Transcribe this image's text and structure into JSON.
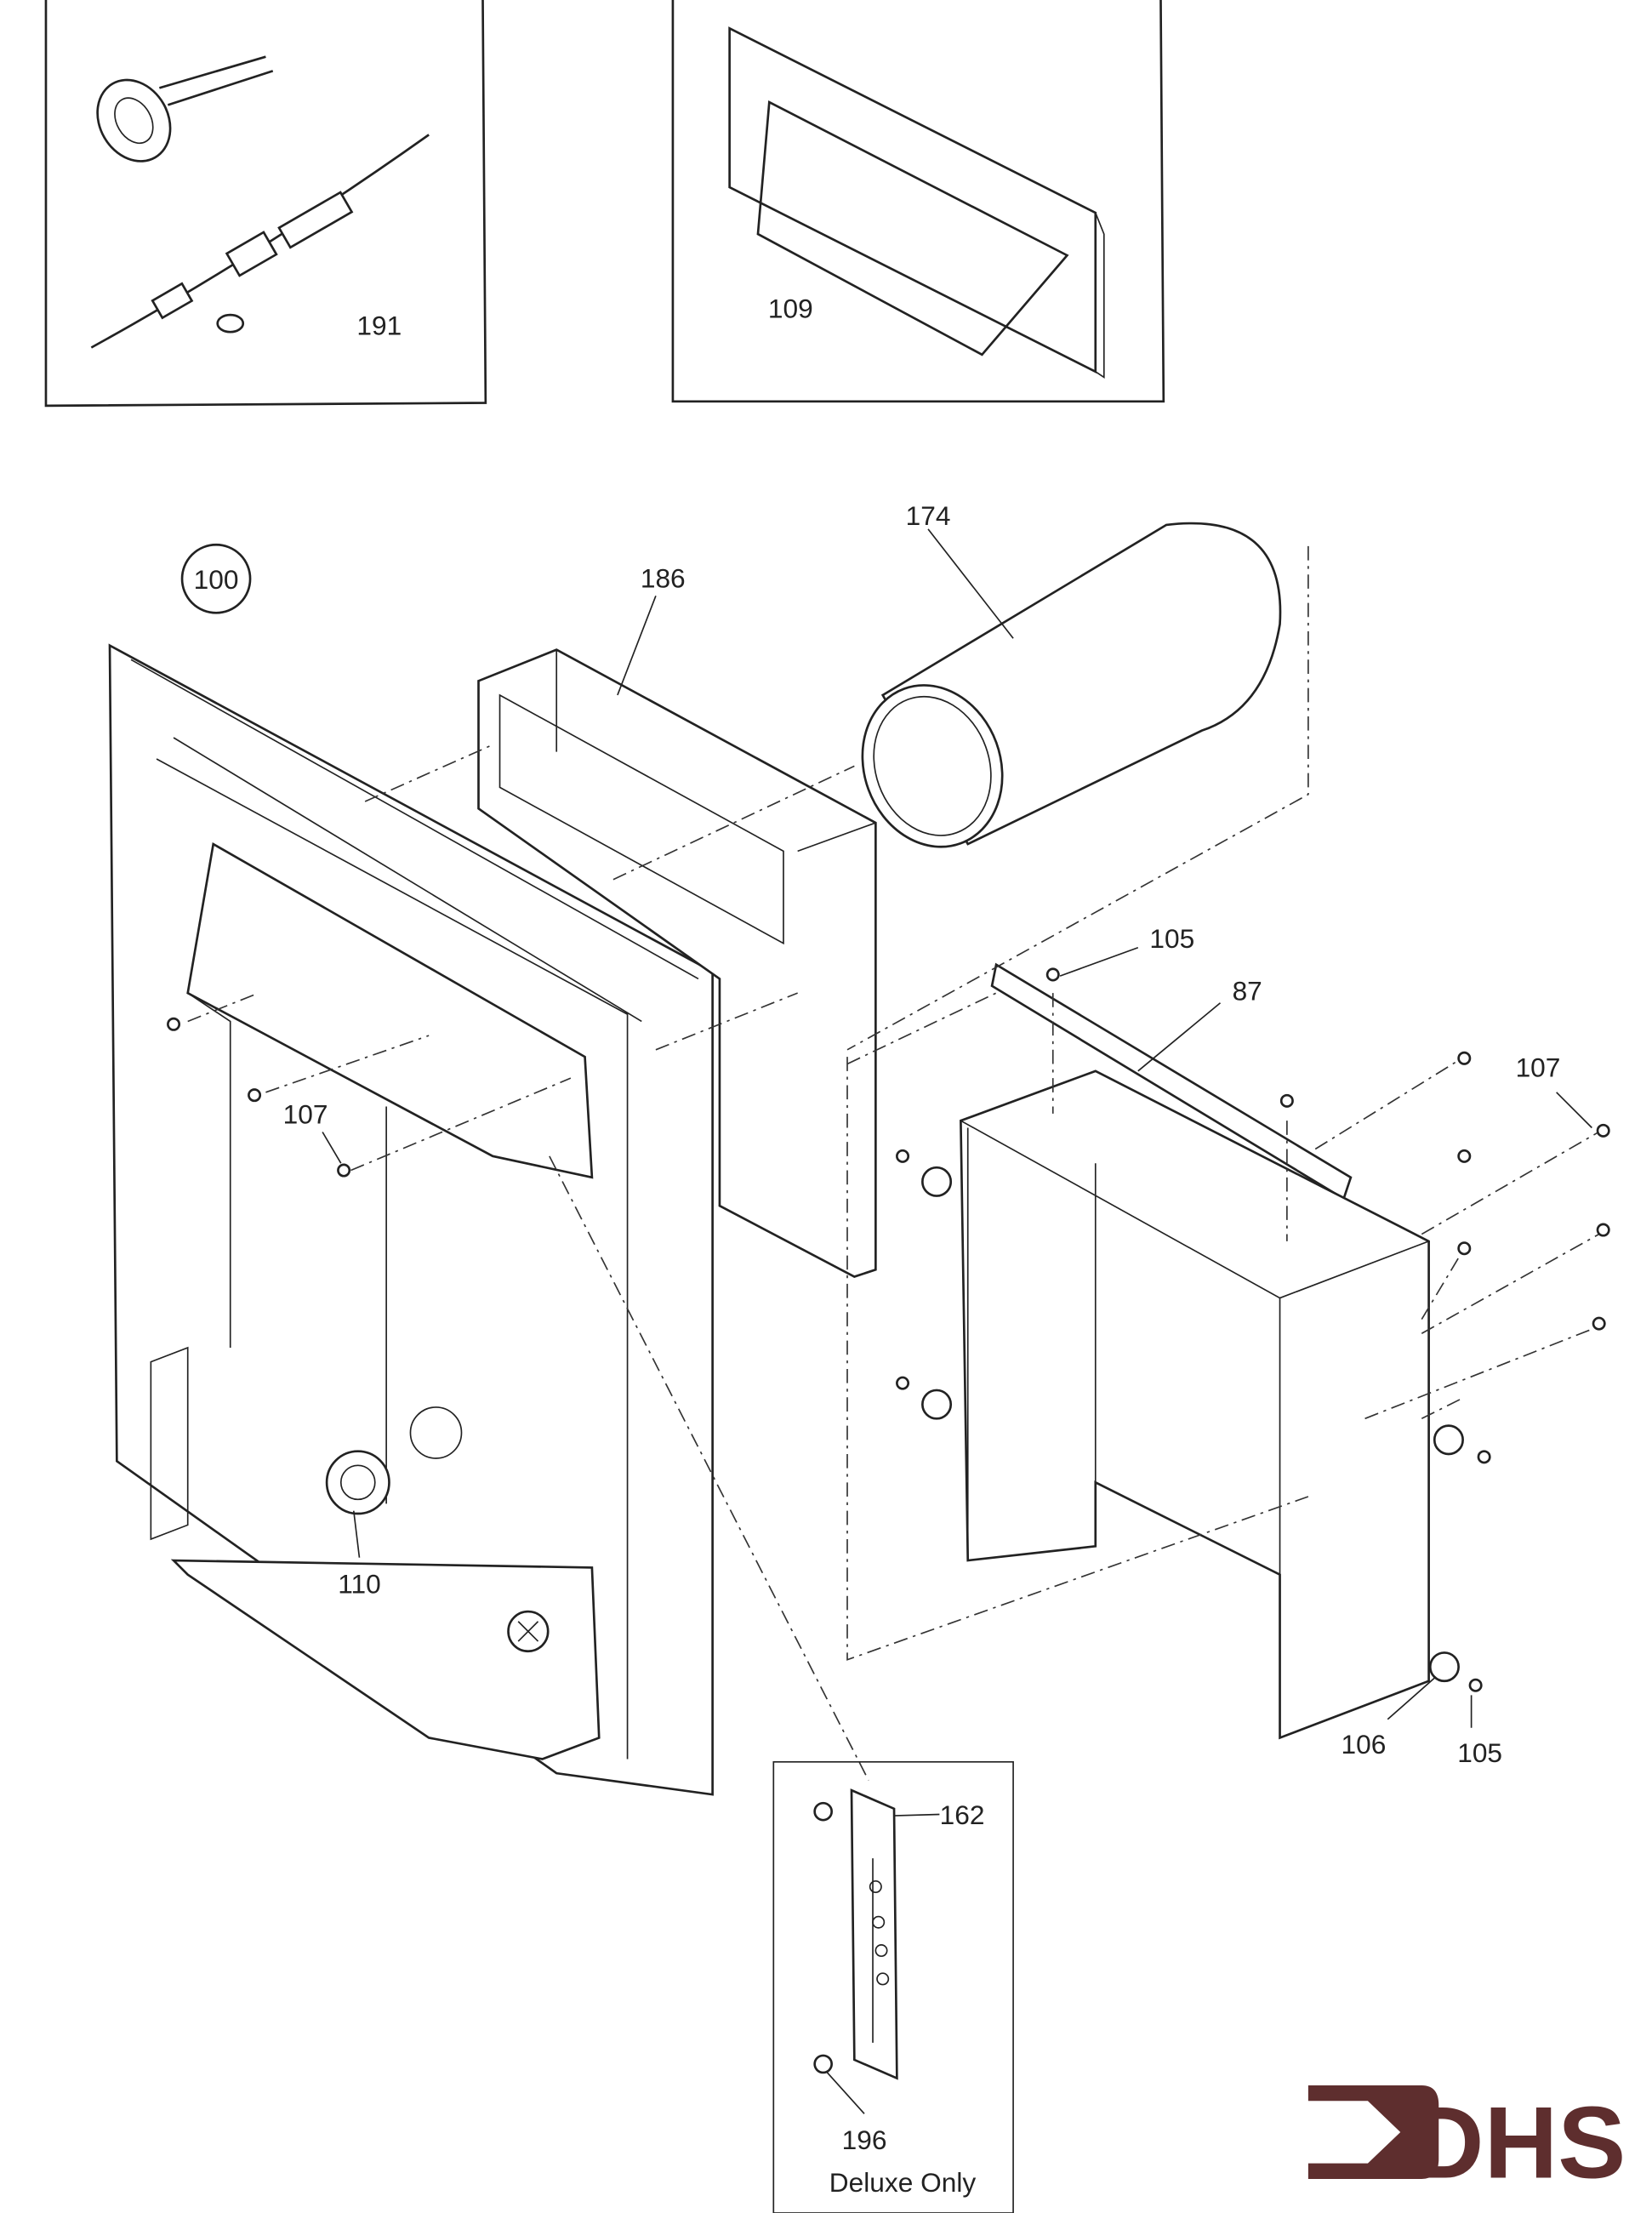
{
  "title": "Exploded parts diagram",
  "callouts": {
    "part_191": "191",
    "part_109": "109",
    "part_174": "174",
    "part_100": "100",
    "part_186": "186",
    "part_105_top": "105",
    "part_87": "87",
    "part_107_right": "107",
    "part_107_left": "107",
    "part_110": "110",
    "part_106": "106",
    "part_105_bottom": "105",
    "part_162": "162",
    "part_196": "196"
  },
  "inset_note": "Deluxe Only",
  "logo": {
    "text": "DHS",
    "color": "#5e2e2e"
  }
}
